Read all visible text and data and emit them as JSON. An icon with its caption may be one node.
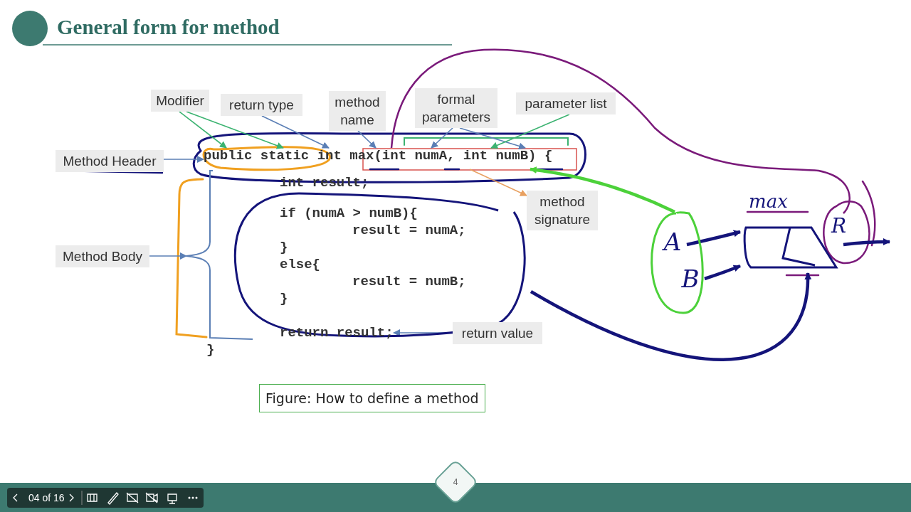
{
  "diagram": {
    "title": "General form for method",
    "caption": "Figure: How to define a method",
    "nodes": [
      {
        "text": [
          "Modifier"
        ]
      },
      {
        "text": [
          "return type"
        ]
      },
      {
        "text": [
          "method name"
        ]
      },
      {
        "text": [
          "formal parameters"
        ]
      },
      {
        "text": [
          "parameter list"
        ]
      },
      {
        "text": [
          "Method Header"
        ]
      },
      {
        "text": [
          "public static int max(int numA, int numB) {"
        ]
      },
      {
        "text": [
          "Method Body"
        ]
      },
      {
        "text": [],
        "shape": "brace"
      },
      {
        "text": [
          "method signature"
        ]
      },
      {
        "text": [],
        "shape": "ellipse"
      },
      {
        "text": [
          "return value"
        ]
      },
      {
        "text": [
          "return result;"
        ],
        "in": 10
      },
      {
        "text": [],
        "shape": "ellipse"
      },
      {
        "text": [
          "A"
        ],
        "in": 13
      },
      {
        "text": [
          "B"
        ],
        "in": 13
      },
      {
        "text": [
          "max"
        ]
      }
    ],
    "edges": [
      {
        "from": 0,
        "to": 6,
        "arrow": "to",
        "color": "#3cb371"
      },
      {
        "from": 0,
        "to": 6,
        "arrow": "to",
        "color": "#3cb371"
      },
      {
        "from": 1,
        "to": 6,
        "arrow": "to"
      },
      {
        "from": 2,
        "to": 6,
        "arrow": "to"
      },
      {
        "from": 3,
        "to": 6,
        "arrow": "to"
      },
      {
        "from": 3,
        "to": 6,
        "arrow": "to"
      },
      {
        "from": 4,
        "to": 6,
        "arrow": "to",
        "color": "#3cb371"
      },
      {
        "from": 5,
        "to": 6,
        "arrow": "to"
      },
      {
        "from": 7,
        "to": 8,
        "arrow": "to"
      },
      {
        "from": 6,
        "to": 9,
        "arrow": "to",
        "color": "#e8a060"
      },
      {
        "from": 11,
        "to": 12,
        "arrow": "to"
      },
      {
        "from": 14,
        "to": 16,
        "arrow": "to",
        "style": "thick",
        "color": "#14147a"
      },
      {
        "from": 15,
        "to": 16,
        "arrow": "to",
        "style": "thick",
        "color": "#14147a"
      },
      {
        "from": 16,
        "to": null,
        "arrow": "to",
        "style": "thick",
        "color": "#14147a"
      },
      {
        "from": 10,
        "to": 16,
        "arrow": "to",
        "style": "thick",
        "color": "#14147a"
      },
      {
        "from": 13,
        "to": 6,
        "arrow": "to",
        "style": "thick",
        "color": "#4cd13a"
      },
      {
        "from": 6,
        "to": 16,
        "arrow": "none",
        "color": "#7a1a7a"
      }
    ],
    "labels": [
      "int result;",
      "if (numA > numB){",
      "result = numA;",
      "}",
      "else{",
      "result = numB;",
      "}",
      "}",
      "R",
      "04 of 16",
      "4"
    ]
  }
}
